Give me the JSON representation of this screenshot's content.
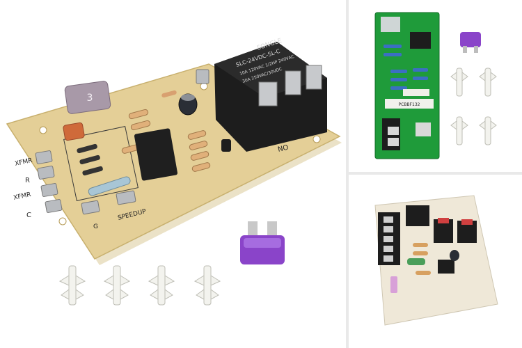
{
  "main_board": {
    "relay_brand": "SONGLE",
    "relay_model": "SLC-24VDC-SL-C",
    "relay_rating_1": "10A 120VAC 1/2HP 240VAC",
    "relay_rating_2": "30A 250VAC/30VDC",
    "terminal_xfmr": "XFMR",
    "terminal_r": "R",
    "terminal_xfmr2": "XFMR",
    "terminal_c": "C",
    "terminal_g": "G",
    "terminal_speedup": "SPEEDUP",
    "terminal_no": "NO",
    "fuse_label": "3"
  },
  "kit_board": {
    "label": "PCBBF132"
  },
  "colors": {
    "board_tan": "#e4cf97",
    "relay_black": "#1d1d1d",
    "fuse_purple": "#8a44c9",
    "pcb_green": "#1f9b3a",
    "board_white": "#efe8d8"
  }
}
